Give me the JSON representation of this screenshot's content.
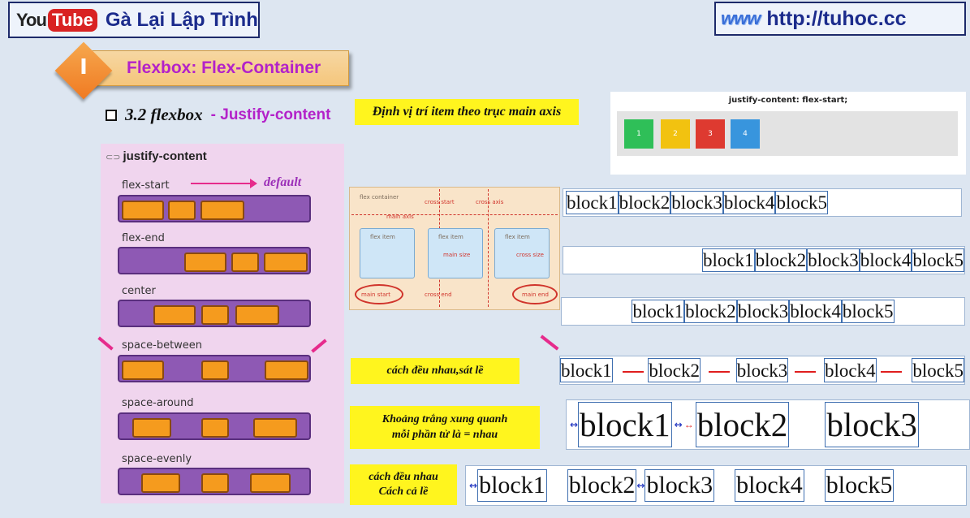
{
  "header": {
    "logo_you": "You",
    "logo_tube": "Tube",
    "channel": "Gà Lại Lập Trình",
    "www": "www",
    "url": "http://tuhoc.cc"
  },
  "section": {
    "number": "I",
    "title": "Flexbox: Flex-Container",
    "sub_number": "3.2 flexbox",
    "sub_title": "- Justify-content",
    "note_main_axis": "Định vị trí item theo trục main axis"
  },
  "panel": {
    "link_glyph": "⊂⊃",
    "title": "justify-content",
    "default_label": "default",
    "rows": [
      "flex-start",
      "flex-end",
      "center",
      "space-between",
      "space-around",
      "space-evenly"
    ]
  },
  "diagram": {
    "flex_container": "flex container",
    "cross_start": "cross start",
    "cross_axis": "cross axis",
    "main_axis": "main axis",
    "flex_item": "flex item",
    "main_size": "main size",
    "cross_size": "cross size",
    "main_start": "main start",
    "cross_end": "cross end",
    "main_end": "main end"
  },
  "example": {
    "title": "justify-content: flex-start;",
    "boxes": [
      "1",
      "2",
      "3",
      "4"
    ],
    "colors": [
      "#2fbf58",
      "#f2c210",
      "#de3a30",
      "#3895dd"
    ]
  },
  "blocks": {
    "five": [
      "block1",
      "block2",
      "block3",
      "block4",
      "block5"
    ],
    "three": [
      "block1",
      "block2",
      "block3"
    ]
  },
  "notes": {
    "space_between": "cách đều nhau,sát lề",
    "space_around_1": "Khoảng trắng xung quanh",
    "space_around_2": "mỗi phần tử là = nhau",
    "space_evenly_1": "cách đều nhau",
    "space_evenly_2": "Cách cả lề"
  },
  "colors": {
    "accent_purple": "#b322c9",
    "highlight_yellow": "#fff51e",
    "brand_navy": "#1b2b8c"
  }
}
